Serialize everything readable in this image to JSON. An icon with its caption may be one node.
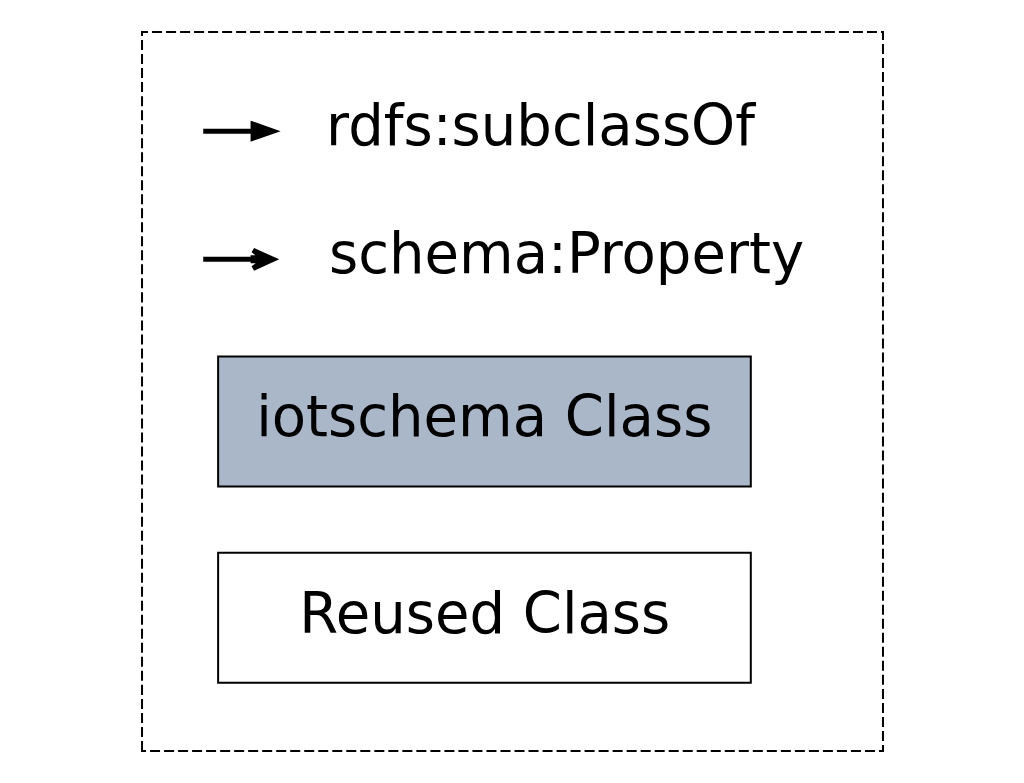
{
  "diagram": {
    "nodes": [
      {
        "text": [],
        "shape": "box"
      }
    ],
    "legend": [
      {
        "text": "rdfs:subclassOf"
      },
      {
        "text": "schema:Property"
      },
      {
        "text": "iotschema Class",
        "color": "#aab7c9"
      },
      {
        "text": "Reused Class",
        "color": "#ffffff"
      }
    ]
  }
}
